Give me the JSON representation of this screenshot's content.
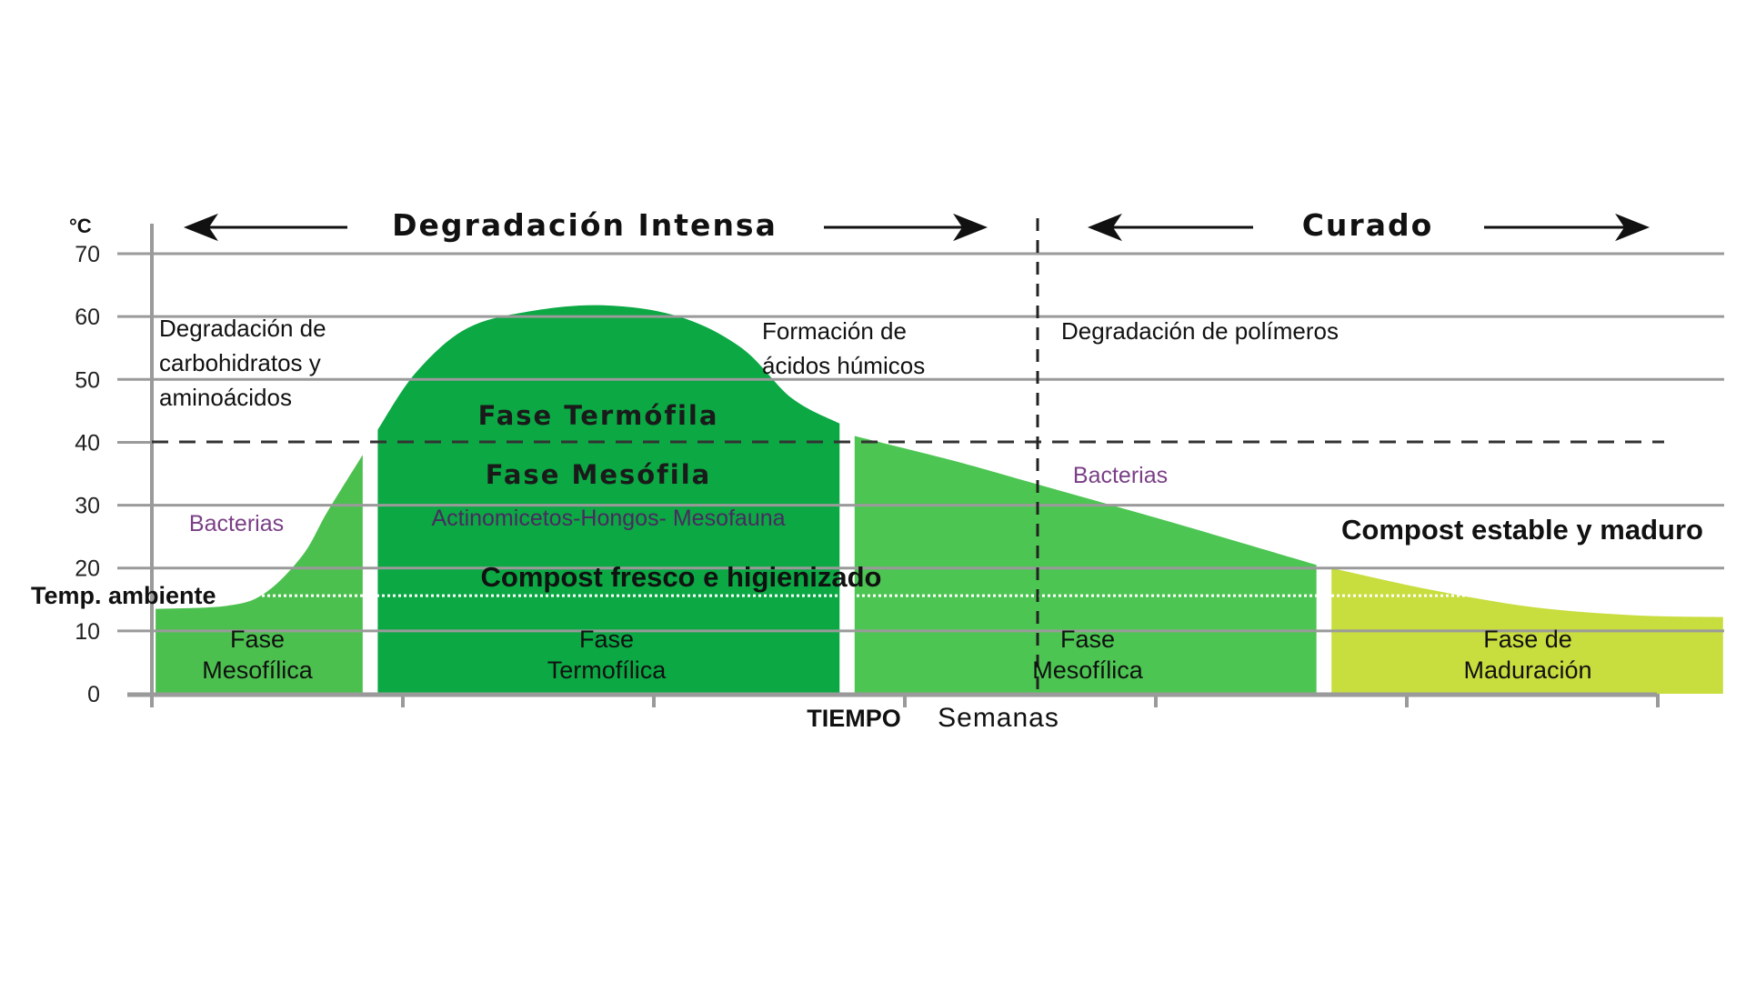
{
  "chart_data": {
    "type": "area",
    "title": "",
    "ylabel": "°C",
    "xlabel": "TIEMPO",
    "xlabel_unit": "Semanas",
    "ylim": [
      0,
      70
    ],
    "yticks": [
      0,
      10,
      20,
      30,
      40,
      50,
      60,
      70
    ],
    "grid": true,
    "ambient_temperature": 15.6,
    "ambient_label": "Temp. ambiente",
    "reference_line_40": 40,
    "header": {
      "left": "Degradación Intensa",
      "right": "Curado"
    },
    "series": [
      {
        "name": "Fase Mesofílica",
        "label_lines": [
          "Fase",
          "Mesofílica"
        ],
        "color": "#4cc04f",
        "x": [
          0.015,
          0.3,
          0.45,
          0.6,
          0.7,
          0.84
        ],
        "y": [
          13.5,
          14,
          16,
          22,
          29,
          38
        ]
      },
      {
        "name": "Fase Termofílica",
        "label_lines": [
          "Fase",
          "Termofílica"
        ],
        "color": "#0ba844",
        "x": [
          0.9,
          1.05,
          1.25,
          1.5,
          1.8,
          2.1,
          2.35,
          2.55,
          2.74
        ],
        "y": [
          42,
          51,
          58,
          60.8,
          61.8,
          60,
          55,
          47,
          43
        ]
      },
      {
        "name": "Fase Mesofílica",
        "label_lines": [
          "Fase",
          "Mesofílica"
        ],
        "color": "#4cc552",
        "x": [
          2.8,
          3.2,
          3.53,
          4.0,
          4.3,
          4.64
        ],
        "y": [
          41,
          37,
          33.3,
          28,
          24.5,
          20.5
        ]
      },
      {
        "name": "Fase de Maduración",
        "label_lines": [
          "Fase de",
          "Maduración"
        ],
        "color": "#c8dd3e",
        "x": [
          4.7,
          5.1,
          5.5,
          5.9,
          6.26
        ],
        "y": [
          20,
          16.5,
          13.8,
          12.5,
          12.2
        ]
      }
    ],
    "annotations": {
      "carbohidratos": [
        "Degradación de",
        "carbohidratos y",
        "aminoácidos"
      ],
      "humicos": [
        "Formación de",
        "ácidos húmicos"
      ],
      "polimeros": "Degradación de polímeros",
      "fase_termofila": "Fase Termófila",
      "fase_mesofila": "Fase Mesófila",
      "microorganismos": "Actinomicetos-Hongos- Mesofauna",
      "bacterias_1": "Bacterias",
      "bacterias_2": "Bacterias",
      "compost_fresco": "Compost fresco e higienizado",
      "compost_estable": "Compost estable y maduro"
    },
    "colors": {
      "compost_fresco": "#f5a623",
      "compost_estable": "#7a5410",
      "bacterias": "#7a3f86"
    }
  }
}
